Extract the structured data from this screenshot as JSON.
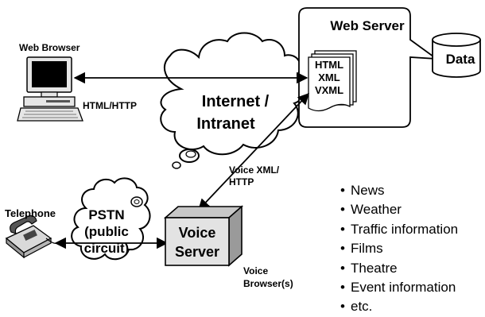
{
  "web_browser": {
    "label": "Web Browser"
  },
  "http_link": {
    "label": "HTML/HTTP"
  },
  "internet_cloud": {
    "line1": "Internet /",
    "line2": "Intranet"
  },
  "web_server": {
    "title": "Web Server",
    "documents": [
      "HTML",
      "XML",
      "VXML"
    ]
  },
  "data_store": {
    "label": "Data"
  },
  "voice_xml_link": {
    "line1": "Voice XML/",
    "line2": "HTTP"
  },
  "telephone": {
    "label": "Telephone"
  },
  "pstn_cloud": {
    "line1": "PSTN",
    "line2": "(public",
    "line3": "circuit)"
  },
  "voice_server": {
    "line1": "Voice",
    "line2": "Server"
  },
  "voice_browsers": {
    "line1": "Voice",
    "line2": "Browser(s)"
  },
  "services": [
    "News",
    "Weather",
    "Traffic information",
    "Films",
    "Theatre",
    "Event information",
    "etc."
  ]
}
